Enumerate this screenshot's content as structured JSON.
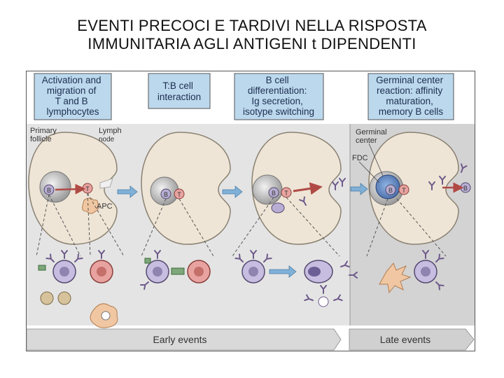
{
  "title": {
    "line1": "EVENTI PRECOCI E TARDIVI NELLA RISPOSTA",
    "line2": "IMMUNITARIA AGLI ANTIGENI t DIPENDENTI"
  },
  "stages": [
    {
      "lines": [
        "Activation and",
        "migration of",
        "T and B",
        "lymphocytes"
      ]
    },
    {
      "lines": [
        "T:B cell",
        "interaction"
      ]
    },
    {
      "lines": [
        "B cell",
        "differentiation:",
        "Ig secretion,",
        "isotype switching"
      ]
    },
    {
      "lines": [
        "Germinal center",
        "reaction: affinity",
        "maturation,",
        "memory B cells"
      ]
    }
  ],
  "labels": {
    "primary_follicle": [
      "Primary",
      "follicle"
    ],
    "lymph_node": [
      "Lymph",
      "node"
    ],
    "apc": "APC",
    "germinal_center": [
      "Germinal",
      "center"
    ],
    "fdc": "FDC",
    "b": "B",
    "t": "T"
  },
  "timeline": {
    "early": "Early events",
    "late": "Late events"
  },
  "colors": {
    "header_bg": "#bcd8ec",
    "panel_bg": "#e4e4e4",
    "late_bg": "#d3d3d3",
    "node_fill": "#eee5d6",
    "b_cell": "#b8aed3",
    "t_cell": "#e8a3a0",
    "arrow_blue": "#7fb0d8",
    "arrow_red": "#b04a45"
  }
}
